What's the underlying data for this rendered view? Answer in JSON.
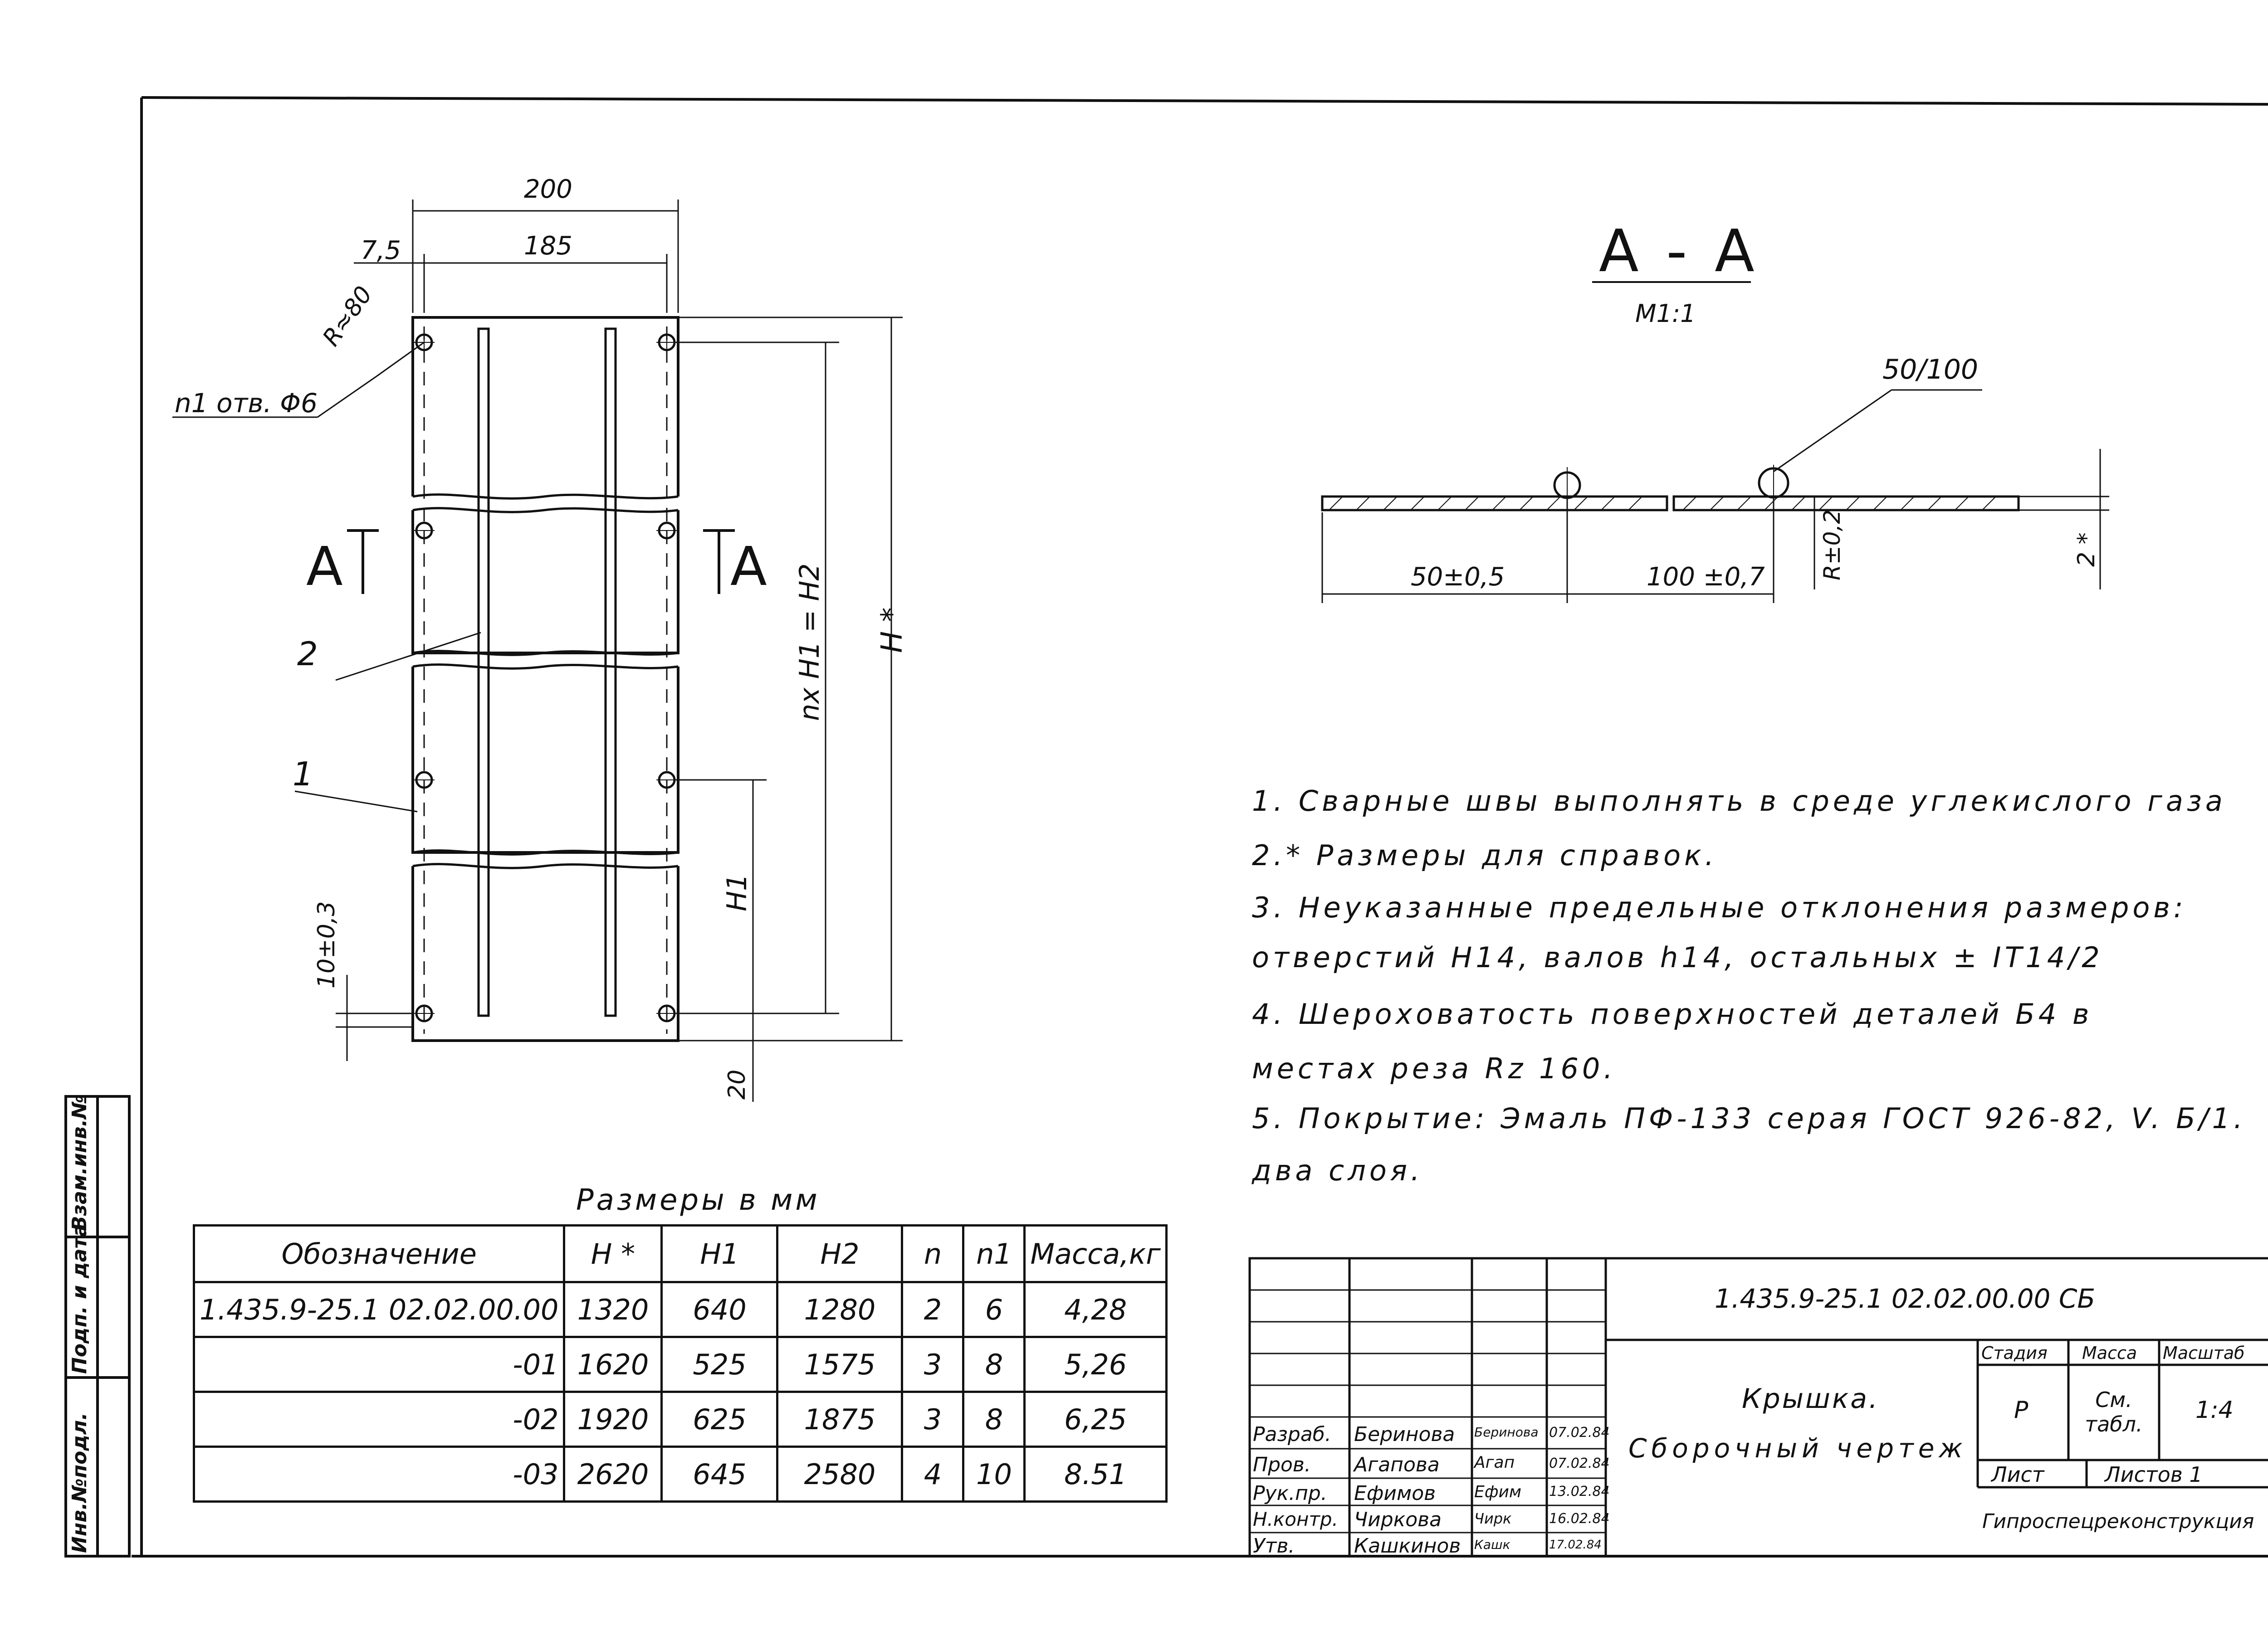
{
  "drawing": {
    "plan": {
      "dim_total_width": "200",
      "dim_inner_width": "185",
      "dim_edge": "7,5",
      "radius": "R≈80",
      "holes_note": "n1 отв. Φ6",
      "section_mark_left": "A",
      "section_mark_right": "A",
      "callout_2": "2",
      "callout_1": "1",
      "dim_h1_formula": "nx H1 = H2",
      "dim_h_star": "H *",
      "dim_h1": "H1",
      "dim_bottom_offset": "10±0,3",
      "dim_20": "20"
    },
    "section": {
      "title": "A - A",
      "scale": "M1:1",
      "weld_note": "50/100",
      "dim_50": "50±0,5",
      "dim_100": "100 ±0,7",
      "dim_r": "R±0,2",
      "dim_2": "2 *"
    }
  },
  "notes": [
    "1. Сварные швы выполнять в среде углекислого газа",
    "2.* Размеры для справок.",
    "3. Неуказанные предельные отклонения размеров:",
    "отверстий H14, валов h14, остальных ± IT14/2",
    "4. Шероховатость поверхностей деталей Б4 в",
    "местах реза Rz 160.",
    "5. Покрытие: Эмаль ПФ-133 серая ГОСТ 926-82, V. Б/1.",
    "два слоя."
  ],
  "dims_table": {
    "caption": "Размеры в мм",
    "headers": [
      "Обозначение",
      "H *",
      "H1",
      "H2",
      "n",
      "n1",
      "Масса,кг"
    ],
    "rows": [
      [
        "1.435.9-25.1 02.02.00.00",
        "1320",
        "640",
        "1280",
        "2",
        "6",
        "4,28"
      ],
      [
        "-01",
        "1620",
        "525",
        "1575",
        "3",
        "8",
        "5,26"
      ],
      [
        "-02",
        "1920",
        "625",
        "1875",
        "3",
        "8",
        "6,25"
      ],
      [
        "-03",
        "2620",
        "645",
        "2580",
        "4",
        "10",
        "8.51"
      ]
    ]
  },
  "title_block": {
    "designation": "1.435.9-25.1 02.02.00.00 СБ",
    "name_line1": "Крышка.",
    "name_line2": "Сборочный чертеж",
    "stage_header": "Стадия",
    "mass_header": "Масса",
    "scale_header": "Масштаб",
    "stage": "Р",
    "mass": "См. табл.",
    "scale": "1:4",
    "sheet": "Лист",
    "sheets": "Листов 1",
    "organization": "Гипроспецреконструкция",
    "signatures": [
      {
        "role": "Разраб.",
        "name": "Беринова",
        "sign": "Беринова",
        "date": "07.02.84"
      },
      {
        "role": "Пров.",
        "name": "Агапова",
        "sign": "Агап",
        "date": "07.02.84"
      },
      {
        "role": "Рук.пр.",
        "name": "Ефимов",
        "sign": "Ефим",
        "date": "13.02.84"
      },
      {
        "role": "Н.контр.",
        "name": "Чиркова",
        "sign": "Чирк",
        "date": "16.02.84"
      },
      {
        "role": "Утв.",
        "name": "Кашкинов",
        "sign": "Кашк",
        "date": "17.02.84"
      }
    ]
  },
  "side_stamp": [
    "Взам.инв.№",
    "Подп. и дата",
    "Инв.№подл."
  ]
}
